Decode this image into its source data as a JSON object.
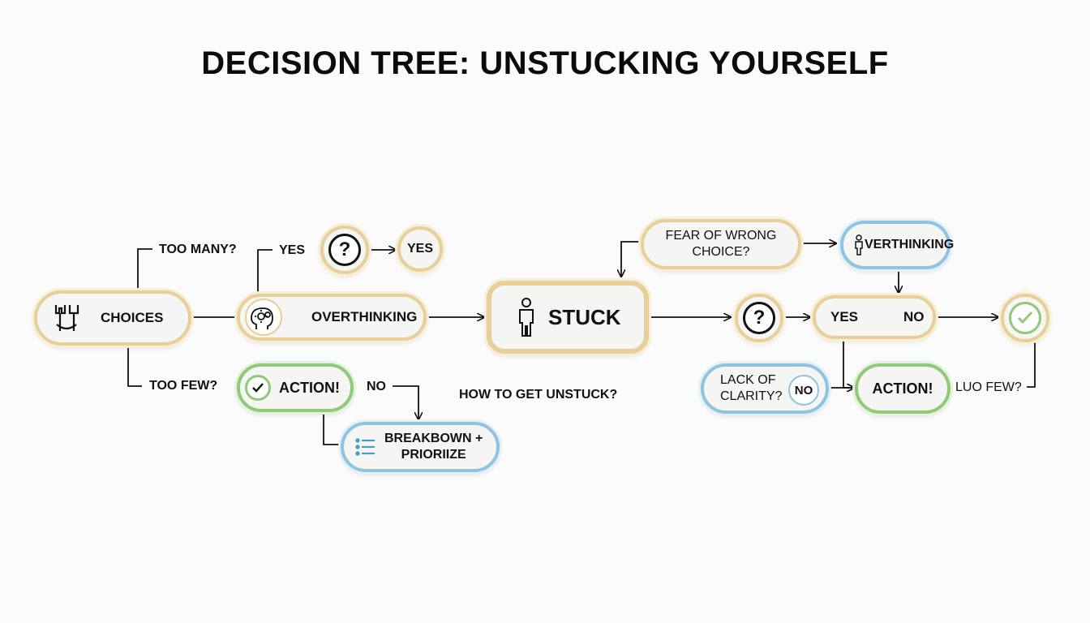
{
  "title": "DECISION TREE: UNSTUCKING YOURSELF",
  "nodes": {
    "choices": "CHOICES",
    "overthinking_left": "OVERTHINKING",
    "yes_top": "YES",
    "stuck": "STUCK",
    "fear": "FEAR OF WRONG\nCHOICE?",
    "overthinking_right": "VERTHINKING",
    "yes_no_yes": "YES",
    "yes_no_no": "NO",
    "action_left": "ACTION!",
    "breakdown": "BREAKBOWN +\nPRIORIIZE",
    "lack_clarity": "LACK OF\nCLARITY?",
    "lack_no": "NO",
    "action_right": "ACTION!",
    "question_mark": "?"
  },
  "labels": {
    "too_many": "TOO MANY?",
    "too_few_left": "TOO FEW?",
    "yes_mid": "YES",
    "no_mid": "NO",
    "how_to": "HOW TO GET UNSTUCK?",
    "too_few_right": "LUO FEW?"
  },
  "colors": {
    "tan": "#e6cf98",
    "blue": "#8fc3df",
    "green": "#90c978",
    "stroke": "#111111"
  },
  "icons": [
    "tools-icon",
    "head-gears-icon",
    "person-icon",
    "question-icon",
    "check-icon",
    "list-icon"
  ]
}
